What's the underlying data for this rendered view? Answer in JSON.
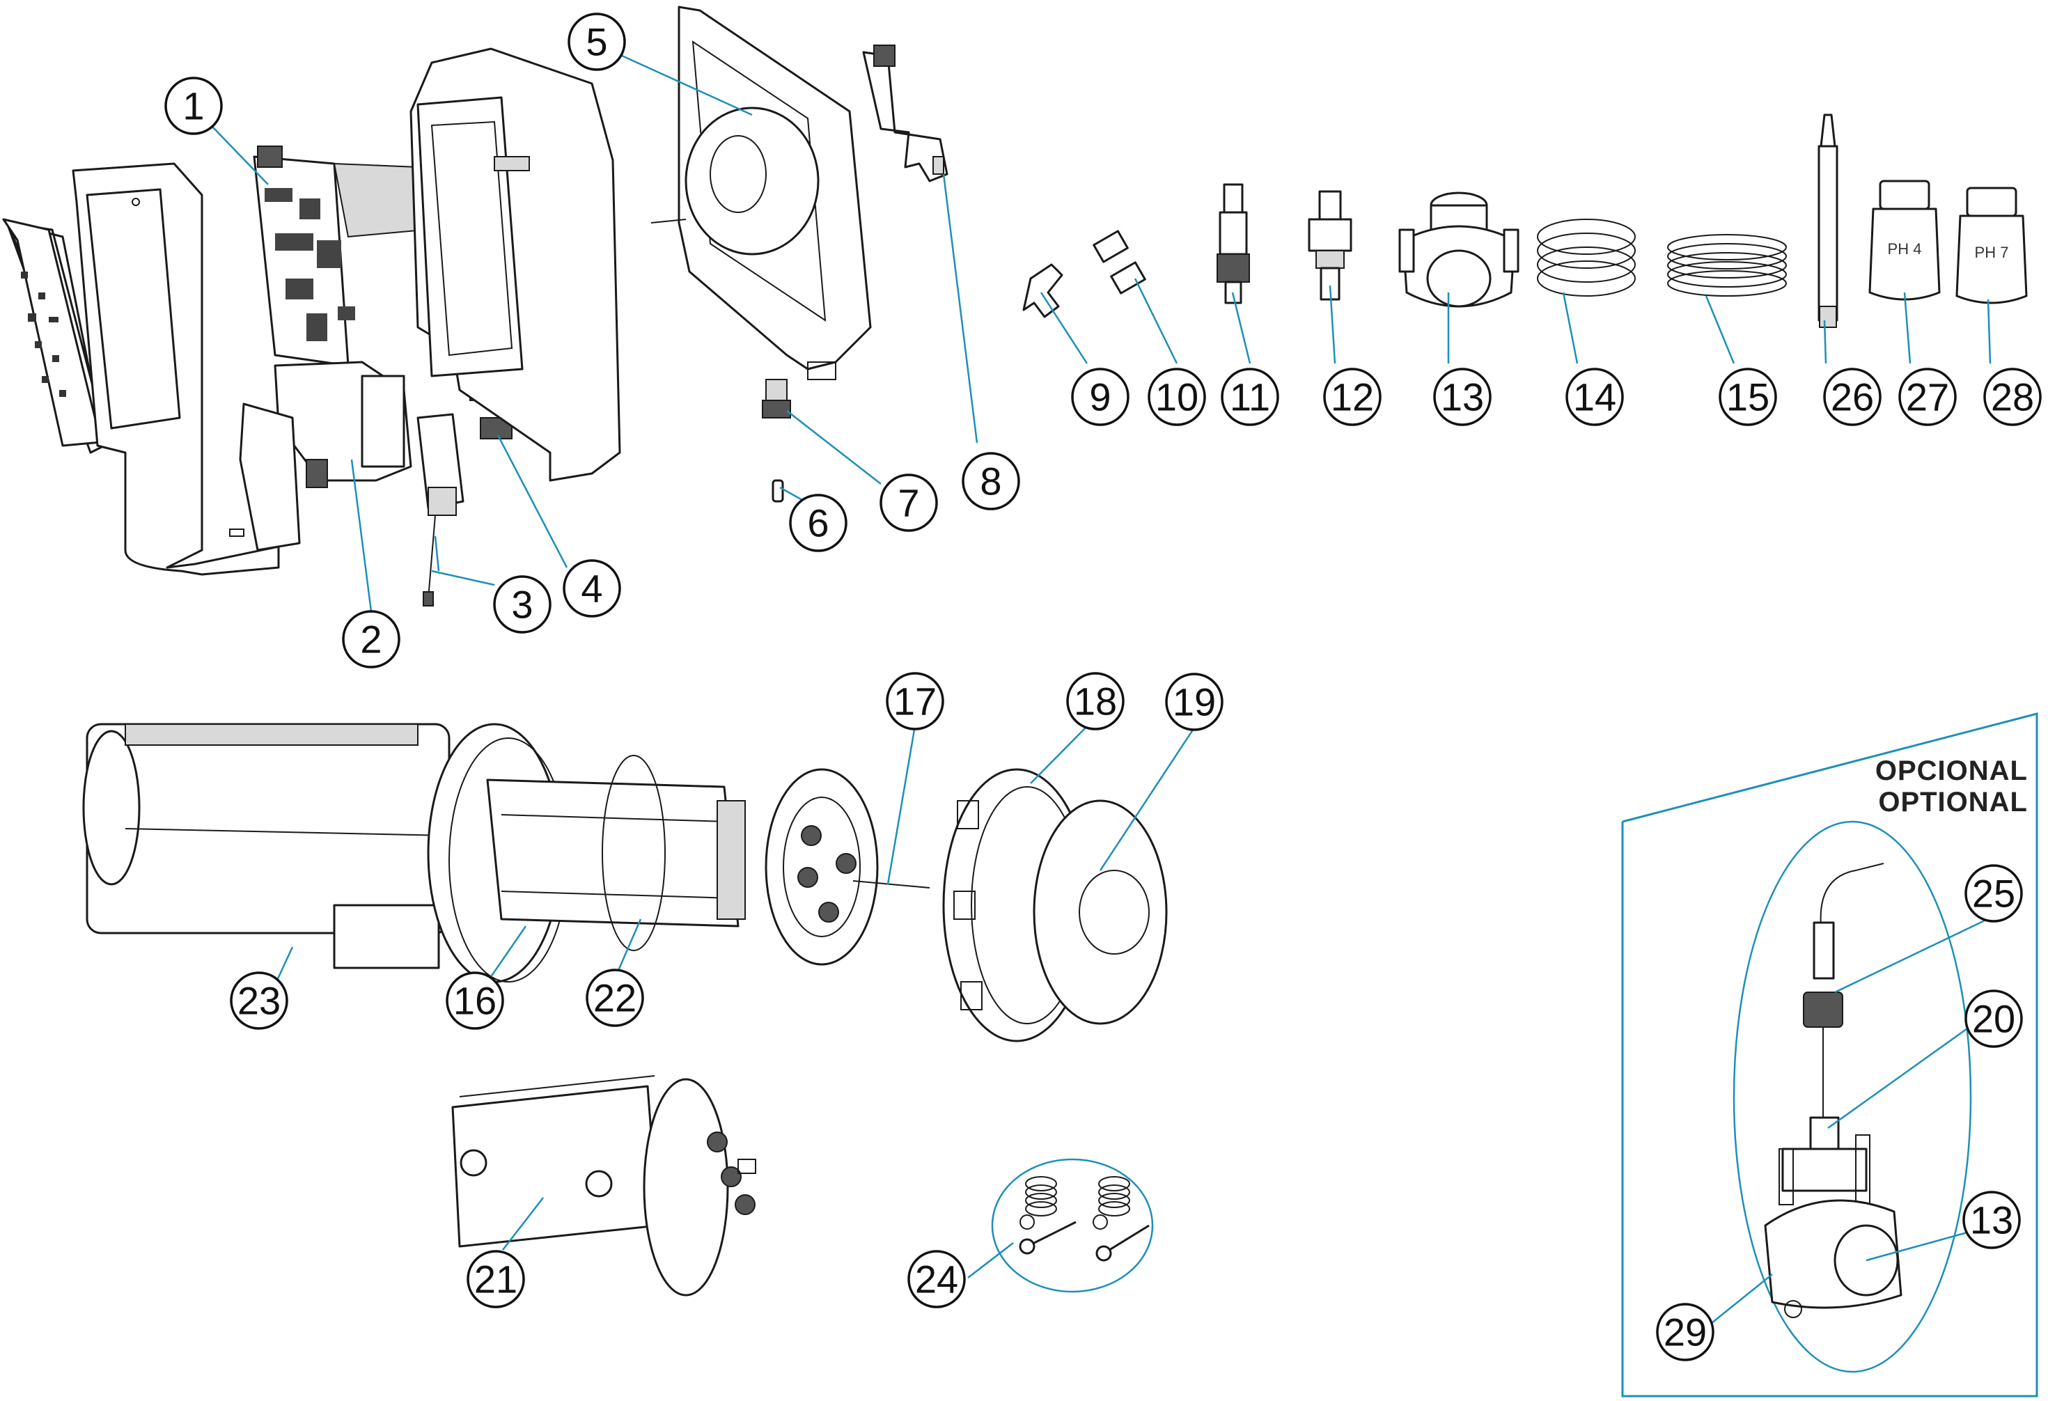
{
  "callouts": [
    "1",
    "2",
    "3",
    "4",
    "5",
    "6",
    "7",
    "8",
    "9",
    "10",
    "11",
    "12",
    "13",
    "14",
    "15",
    "16",
    "17",
    "18",
    "19",
    "20",
    "21",
    "22",
    "23",
    "24",
    "25",
    "26",
    "27",
    "28",
    "29"
  ],
  "optional_box": {
    "line1": "OPCIONAL",
    "line2": "OPTIONAL"
  },
  "bottles": {
    "ph4": "PH 4",
    "ph7": "PH 7"
  },
  "colors": {
    "accent": "#1d8fb8",
    "ink": "#1a1a1a"
  }
}
